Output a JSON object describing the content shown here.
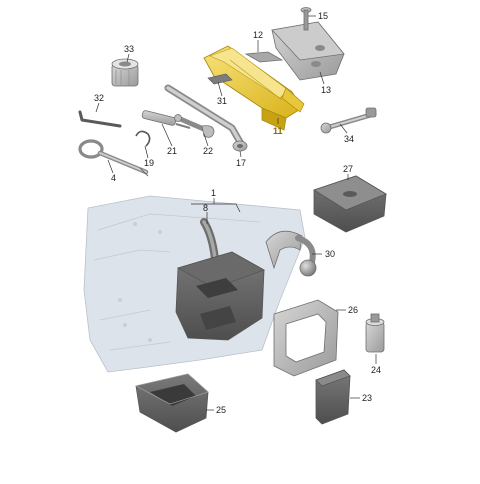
{
  "diagram": {
    "highlight_color": "#f2d12e",
    "part_color": "#b5b5b5",
    "shadow_color": "#8c8c8c",
    "callouts": {
      "c1": "1",
      "c4": "4",
      "c8": "8",
      "c11": "11",
      "c12": "12",
      "c13": "13",
      "c15": "15",
      "c17": "17",
      "c19": "19",
      "c21": "21",
      "c22": "22",
      "c23": "23",
      "c24": "24",
      "c25": "25",
      "c26": "26",
      "c27": "27",
      "c30": "30",
      "c31": "31",
      "c32": "32",
      "c33": "33",
      "c34": "34"
    }
  }
}
